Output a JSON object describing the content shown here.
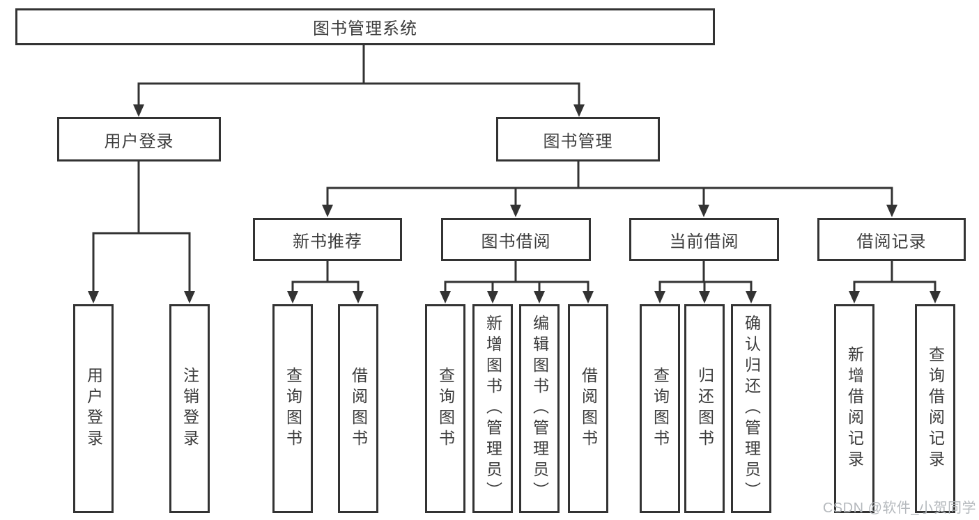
{
  "diagram": {
    "title": "图书管理系统",
    "level2": [
      {
        "label": "用户登录"
      },
      {
        "label": "图书管理"
      }
    ],
    "level3": [
      {
        "label": "新书推荐",
        "parent": "图书管理"
      },
      {
        "label": "图书借阅",
        "parent": "图书管理"
      },
      {
        "label": "当前借阅",
        "parent": "图书管理"
      },
      {
        "label": "借阅记录",
        "parent": "图书管理"
      }
    ],
    "leaves": [
      {
        "label": "用户登录",
        "parent": "用户登录"
      },
      {
        "label": "注销登录",
        "parent": "用户登录"
      },
      {
        "label": "查询图书",
        "parent": "新书推荐"
      },
      {
        "label": "借阅图书",
        "parent": "新书推荐"
      },
      {
        "label": "查询图书",
        "parent": "图书借阅"
      },
      {
        "label": "新增图书（管理员）",
        "parent": "图书借阅"
      },
      {
        "label": "编辑图书（管理员）",
        "parent": "图书借阅"
      },
      {
        "label": "借阅图书",
        "parent": "图书借阅"
      },
      {
        "label": "查询图书",
        "parent": "当前借阅"
      },
      {
        "label": "归还图书",
        "parent": "当前借阅"
      },
      {
        "label": "确认归还（管理员）",
        "parent": "当前借阅"
      },
      {
        "label": "新增借阅记录",
        "parent": "借阅记录"
      },
      {
        "label": "查询借阅记录",
        "parent": "借阅记录"
      }
    ]
  },
  "watermark": "CSDN @软件_小贺同学",
  "colors": {
    "line": "#333333",
    "text": "#3c3c3c",
    "watermark": "#b5b9bd",
    "background": "#ffffff"
  }
}
